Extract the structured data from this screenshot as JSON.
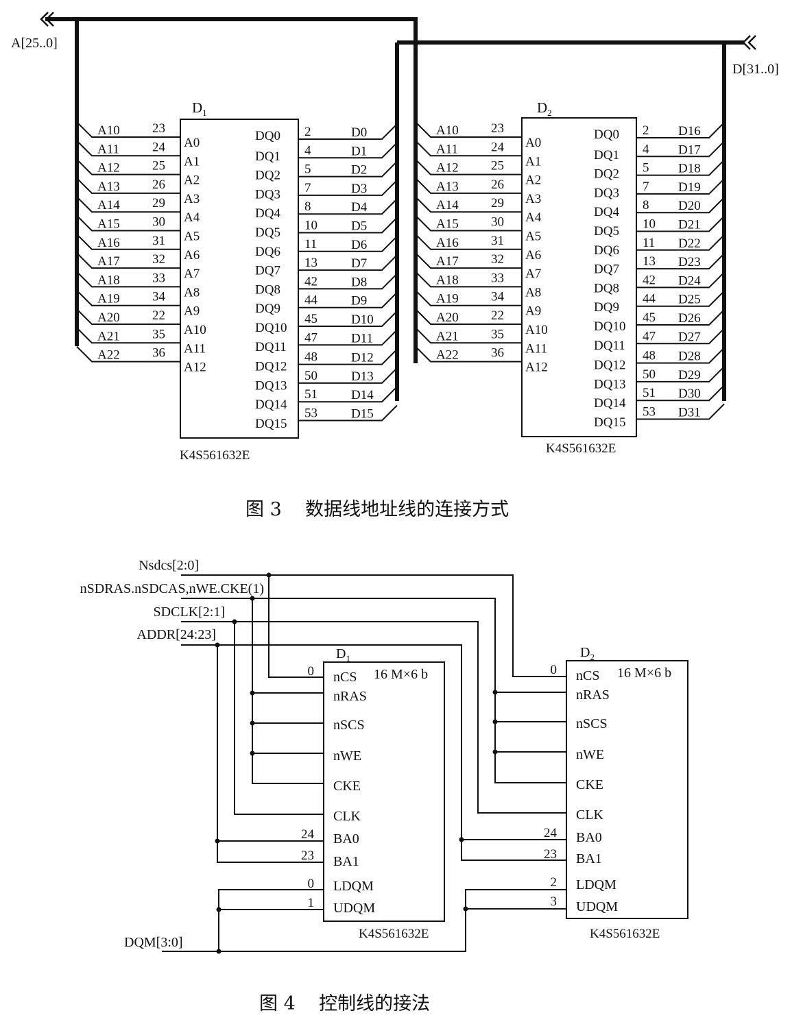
{
  "figure3": {
    "caption": "图 3    数据线地址线的连接方式",
    "address_bus_label": "A[25..0]",
    "data_bus_label": "D[31..0]",
    "chips": [
      {
        "label": "D",
        "sub": "1",
        "part": "K4S561632E",
        "addr_pins": [
          {
            "net": "A10",
            "pin": "23",
            "port": "A0"
          },
          {
            "net": "A11",
            "pin": "24",
            "port": "A1"
          },
          {
            "net": "A12",
            "pin": "25",
            "port": "A2"
          },
          {
            "net": "A13",
            "pin": "26",
            "port": "A3"
          },
          {
            "net": "A14",
            "pin": "29",
            "port": "A4"
          },
          {
            "net": "A15",
            "pin": "30",
            "port": "A5"
          },
          {
            "net": "A16",
            "pin": "31",
            "port": "A6"
          },
          {
            "net": "A17",
            "pin": "32",
            "port": "A7"
          },
          {
            "net": "A18",
            "pin": "33",
            "port": "A8"
          },
          {
            "net": "A19",
            "pin": "34",
            "port": "A9"
          },
          {
            "net": "A20",
            "pin": "22",
            "port": "A10"
          },
          {
            "net": "A21",
            "pin": "35",
            "port": "A11"
          },
          {
            "net": "A22",
            "pin": "36",
            "port": "A12"
          }
        ],
        "data_pins": [
          {
            "port": "DQ0",
            "pin": "2",
            "net": "D0"
          },
          {
            "port": "DQ1",
            "pin": "4",
            "net": "D1"
          },
          {
            "port": "DQ2",
            "pin": "5",
            "net": "D2"
          },
          {
            "port": "DQ3",
            "pin": "7",
            "net": "D3"
          },
          {
            "port": "DQ4",
            "pin": "8",
            "net": "D4"
          },
          {
            "port": "DQ5",
            "pin": "10",
            "net": "D5"
          },
          {
            "port": "DQ6",
            "pin": "11",
            "net": "D6"
          },
          {
            "port": "DQ7",
            "pin": "13",
            "net": "D7"
          },
          {
            "port": "DQ8",
            "pin": "42",
            "net": "D8"
          },
          {
            "port": "DQ9",
            "pin": "44",
            "net": "D9"
          },
          {
            "port": "DQ10",
            "pin": "45",
            "net": "D10"
          },
          {
            "port": "DQ11",
            "pin": "47",
            "net": "D11"
          },
          {
            "port": "DQ12",
            "pin": "48",
            "net": "D12"
          },
          {
            "port": "DQ13",
            "pin": "50",
            "net": "D13"
          },
          {
            "port": "DQ14",
            "pin": "51",
            "net": "D14"
          },
          {
            "port": "DQ15",
            "pin": "53",
            "net": "D15"
          }
        ]
      },
      {
        "label": "D",
        "sub": "2",
        "part": "K4S561632E",
        "addr_pins": [
          {
            "net": "A10",
            "pin": "23",
            "port": "A0"
          },
          {
            "net": "A11",
            "pin": "24",
            "port": "A1"
          },
          {
            "net": "A12",
            "pin": "25",
            "port": "A2"
          },
          {
            "net": "A13",
            "pin": "26",
            "port": "A3"
          },
          {
            "net": "A14",
            "pin": "29",
            "port": "A4"
          },
          {
            "net": "A15",
            "pin": "30",
            "port": "A5"
          },
          {
            "net": "A16",
            "pin": "31",
            "port": "A6"
          },
          {
            "net": "A17",
            "pin": "32",
            "port": "A7"
          },
          {
            "net": "A18",
            "pin": "33",
            "port": "A8"
          },
          {
            "net": "A19",
            "pin": "34",
            "port": "A9"
          },
          {
            "net": "A20",
            "pin": "22",
            "port": "A10"
          },
          {
            "net": "A21",
            "pin": "35",
            "port": "A11"
          },
          {
            "net": "A22",
            "pin": "36",
            "port": "A12"
          }
        ],
        "data_pins": [
          {
            "port": "DQ0",
            "pin": "2",
            "net": "D16"
          },
          {
            "port": "DQ1",
            "pin": "4",
            "net": "D17"
          },
          {
            "port": "DQ2",
            "pin": "5",
            "net": "D18"
          },
          {
            "port": "DQ3",
            "pin": "7",
            "net": "D19"
          },
          {
            "port": "DQ4",
            "pin": "8",
            "net": "D20"
          },
          {
            "port": "DQ5",
            "pin": "10",
            "net": "D21"
          },
          {
            "port": "DQ6",
            "pin": "11",
            "net": "D22"
          },
          {
            "port": "DQ7",
            "pin": "13",
            "net": "D23"
          },
          {
            "port": "DQ8",
            "pin": "42",
            "net": "D24"
          },
          {
            "port": "DQ9",
            "pin": "44",
            "net": "D25"
          },
          {
            "port": "DQ10",
            "pin": "45",
            "net": "D26"
          },
          {
            "port": "DQ11",
            "pin": "47",
            "net": "D27"
          },
          {
            "port": "DQ12",
            "pin": "48",
            "net": "D28"
          },
          {
            "port": "DQ13",
            "pin": "50",
            "net": "D29"
          },
          {
            "port": "DQ14",
            "pin": "51",
            "net": "D30"
          },
          {
            "port": "DQ15",
            "pin": "53",
            "net": "D31"
          }
        ]
      }
    ]
  },
  "figure4": {
    "caption": "图 4    控制线的接法",
    "signals": [
      "Nsdcs[2:0]",
      "nSDRAS.nSDCAS,nWE.CKE(1)",
      "SDCLK[2:1]",
      "ADDR[24:23]"
    ],
    "dqm_label": "DQM[3:0]",
    "chips": [
      {
        "label": "D",
        "sub": "1",
        "capacity": "16 M×6 b",
        "part": "K4S561632E",
        "ports": [
          "nCS",
          "nRAS",
          "nSCS",
          "nWE",
          "CKE",
          "CLK",
          "BA0",
          "BA1",
          "LDQM",
          "UDQM"
        ],
        "pin_numbers": {
          "nCS": "0",
          "BA0": "24",
          "BA1": "23",
          "LDQM": "0",
          "UDQM": "1"
        }
      },
      {
        "label": "D",
        "sub": "2",
        "capacity": "16 M×6 b",
        "part": "K4S561632E",
        "ports": [
          "nCS",
          "nRAS",
          "nSCS",
          "nWE",
          "CKE",
          "CLK",
          "BA0",
          "BA1",
          "LDQM",
          "UDQM"
        ],
        "pin_numbers": {
          "nCS": "0",
          "BA0": "24",
          "BA1": "23",
          "LDQM": "2",
          "UDQM": "3"
        }
      }
    ]
  }
}
